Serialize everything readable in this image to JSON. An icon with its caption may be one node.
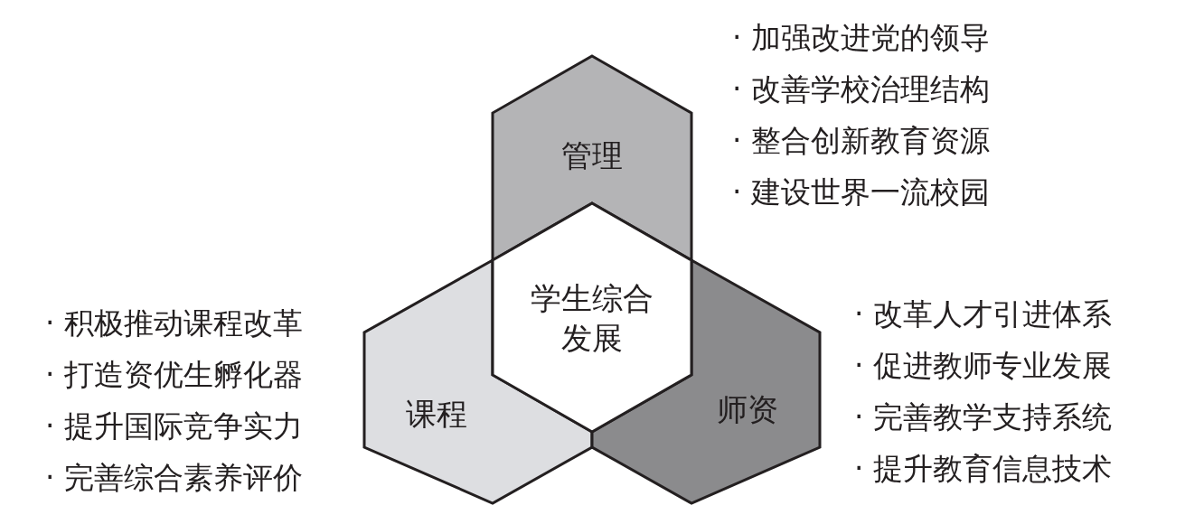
{
  "diagram": {
    "nodes": [
      {
        "text": [
          "管理"
        ],
        "beside": [
          "· 加强改进党的领导",
          "· 改善学校治理结构",
          "· 整合创新教育资源",
          "· 建设世界一流校园"
        ]
      },
      {
        "text": [
          "课程"
        ],
        "beside": [
          "· 积极推动课程改革",
          "· 打造资优生孵化器",
          "· 提升国际竞争实力",
          "· 完善综合素养评价"
        ]
      },
      {
        "text": [
          "师资"
        ],
        "beside": [
          "· 改革人才引进体系",
          "· 促进教师专业发展",
          "· 完善教学支持系统",
          "· 提升教育信息技术"
        ]
      },
      {
        "text": [
          "学生综合发展"
        ]
      }
    ]
  }
}
